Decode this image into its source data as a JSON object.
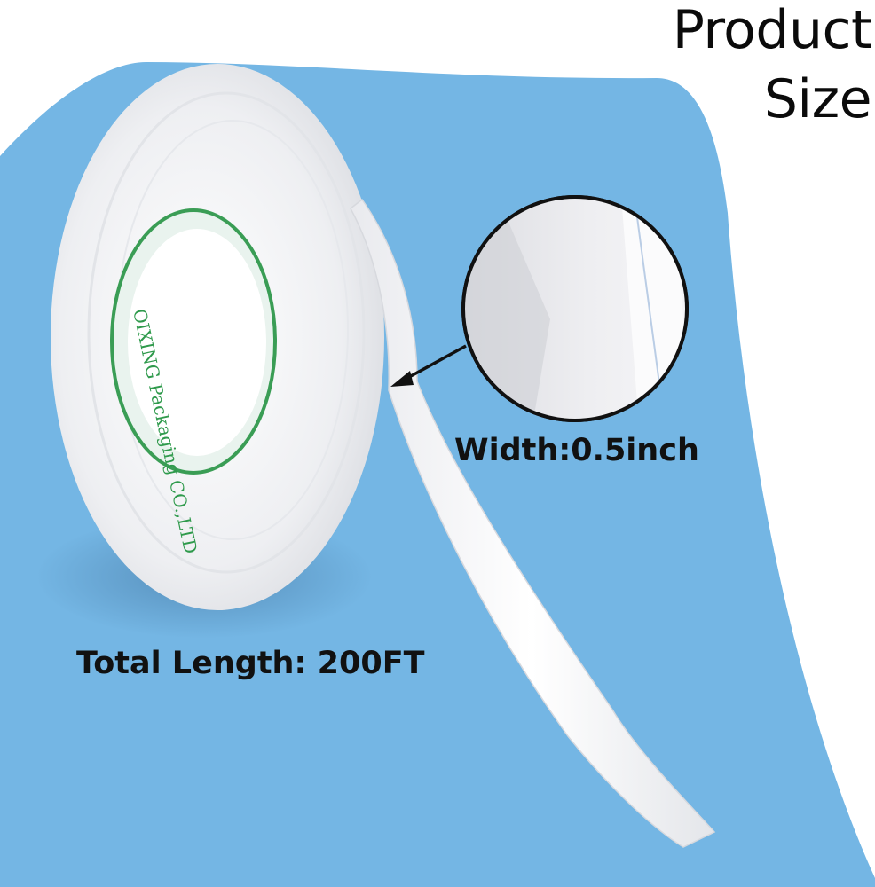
{
  "product_title": {
    "line1": "Product",
    "line2": "Size"
  },
  "labels": {
    "width": "Width:0.5inch",
    "length": "Total Length: 200FT"
  },
  "core_print": "OIXING Packaging CO.,LTD",
  "colors": {
    "backdrop_blue": "#74b6e4",
    "tape_white": "#f4f4f6",
    "core_green": "#2f9a4c",
    "text": "#111111"
  },
  "icons": [
    "arrow-icon",
    "magnifier-circle",
    "tape-roll",
    "tape-strip"
  ]
}
